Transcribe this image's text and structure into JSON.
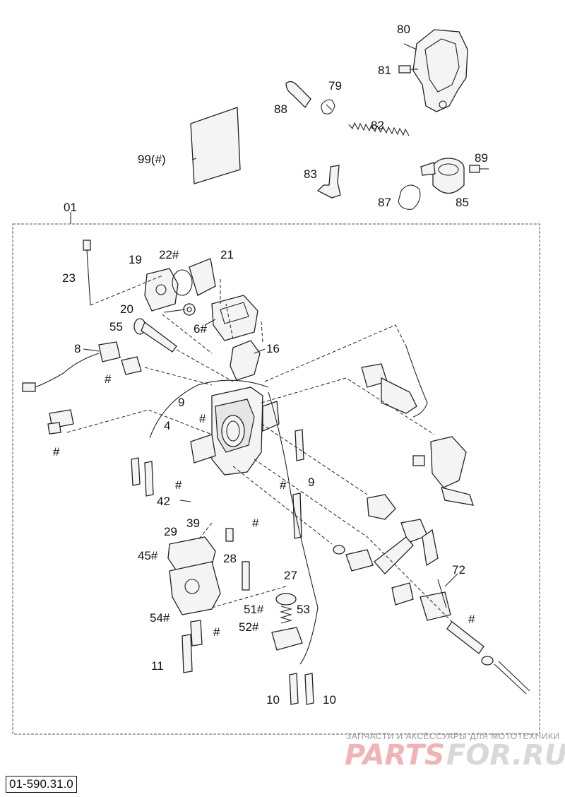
{
  "diagram": {
    "group_label": "01",
    "callouts": {
      "c80": "80",
      "c81": "81",
      "c79": "79",
      "c88": "88",
      "c82": "82",
      "c99": "99(#)",
      "c83": "83",
      "c89": "89",
      "c87": "87",
      "c85": "85",
      "c19": "19",
      "c22": "22#",
      "c21": "21",
      "c23": "23",
      "c20": "20",
      "c55": "55",
      "c6": "6#",
      "c16": "16",
      "c8": "8",
      "c8h": "#",
      "c9a": "9",
      "c9ah": "#",
      "c4": "4",
      "ch_left": "#",
      "c9b": "9",
      "c9bh": "#",
      "ch_mid1": "#",
      "c42": "42",
      "c39": "39",
      "ch_mid2": "#",
      "c29": "29",
      "c45": "45#",
      "c28": "28",
      "c27": "27",
      "c72": "72",
      "ch_right": "#",
      "c51": "51#",
      "c53": "53",
      "c54": "54#",
      "c52": "52#",
      "ch_low": "#",
      "c11": "11",
      "c10a": "10",
      "c10b": "10"
    }
  },
  "document_code": "01-590.31.0",
  "watermark": {
    "tagline": "ЗАПЧАСТИ И АКСЕССУАРЫ ДЛЯ МОТОТЕХНИКИ",
    "brand_part1": "PARTS",
    "brand_part2": "FOR.RU"
  }
}
